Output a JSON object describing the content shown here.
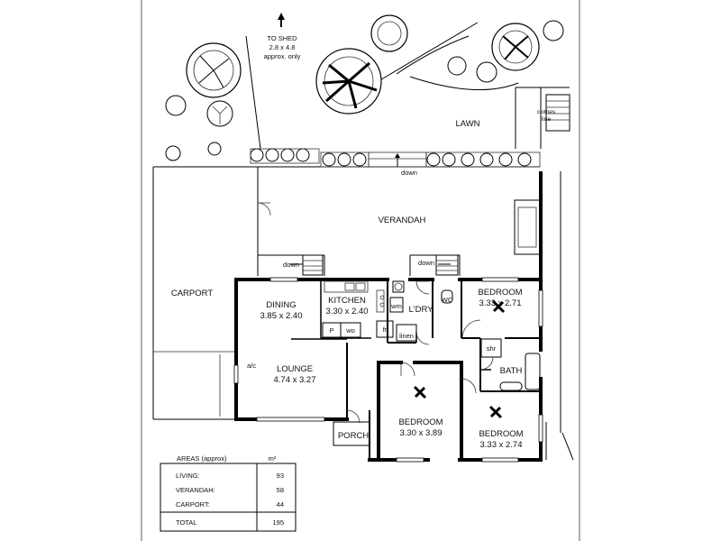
{
  "labels": {
    "to_shed": "TO SHED",
    "shed_size": "2.8 x 4.8",
    "shed_note": "approx. only",
    "lawn": "LAWN",
    "clothes_line_1": "clothes",
    "clothes_line_2": "line",
    "verandah": "VERANDAH",
    "carport": "CARPORT",
    "down_top": "down",
    "down_left": "down",
    "down_right": "down",
    "porch": "PORCH",
    "ac": "a/c",
    "pantry": "P",
    "wall_oven": "wo",
    "fridge": "fr",
    "washing_machine": "wm",
    "linen": "linen",
    "shower": "shr",
    "wc": "WC"
  },
  "rooms": {
    "dining": {
      "name": "DINING",
      "size": "3.85 x 2.40"
    },
    "kitchen": {
      "name": "KITCHEN",
      "size": "3.30 x 2.40"
    },
    "laundry": {
      "name": "L'DRY"
    },
    "bedroom1": {
      "name": "BEDROOM",
      "size": "3.33 x 2.71"
    },
    "lounge": {
      "name": "LOUNGE",
      "size": "4.74 x 3.27"
    },
    "bedroom2": {
      "name": "BEDROOM",
      "size": "3.30 x 3.89"
    },
    "bedroom3": {
      "name": "BEDROOM",
      "size": "3.33 x 2.74"
    },
    "bath": {
      "name": "BATH"
    }
  },
  "areas": {
    "title": "AREAS (approx)",
    "unit": "m²",
    "rows": [
      {
        "label": "LIVING:",
        "value": "93"
      },
      {
        "label": "VERANDAH:",
        "value": "58"
      },
      {
        "label": "CARPORT:",
        "value": "44"
      }
    ],
    "total_label": "TOTAL",
    "total_value": "195"
  }
}
